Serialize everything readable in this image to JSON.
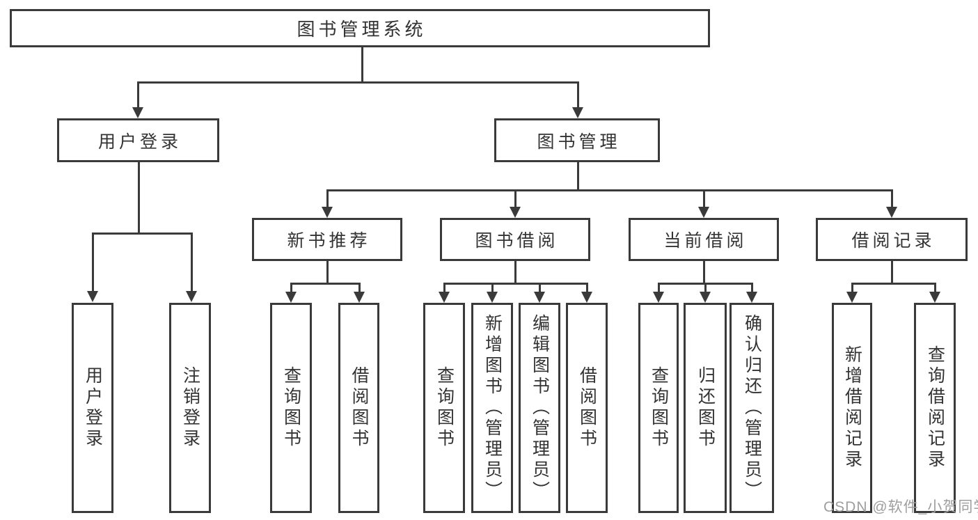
{
  "diagram": {
    "title_node": {
      "label": "图书管理系统"
    },
    "level1": [
      {
        "label": "用户登录"
      },
      {
        "label": "图书管理"
      }
    ],
    "level2": [
      {
        "label": "新书推荐"
      },
      {
        "label": "图书借阅"
      },
      {
        "label": "当前借阅"
      },
      {
        "label": "借阅记录"
      }
    ],
    "leaves": [
      {
        "label": "用户登录"
      },
      {
        "label": "注销登录"
      },
      {
        "label": "查询图书"
      },
      {
        "label": "借阅图书"
      },
      {
        "label": "查询图书"
      },
      {
        "label": "新增图书（管理员）"
      },
      {
        "label": "编辑图书（管理员）"
      },
      {
        "label": "借阅图书"
      },
      {
        "label": "查询图书"
      },
      {
        "label": "归还图书"
      },
      {
        "label": "确认归还（管理员）"
      },
      {
        "label": "新增借阅记录"
      },
      {
        "label": "查询借阅记录"
      }
    ],
    "watermark": "CSDN @软件_小贺同学",
    "colors": {
      "line": "#3a3a3a",
      "text": "#333333",
      "background": "#ffffff",
      "watermark": "#9e9e9e"
    }
  }
}
